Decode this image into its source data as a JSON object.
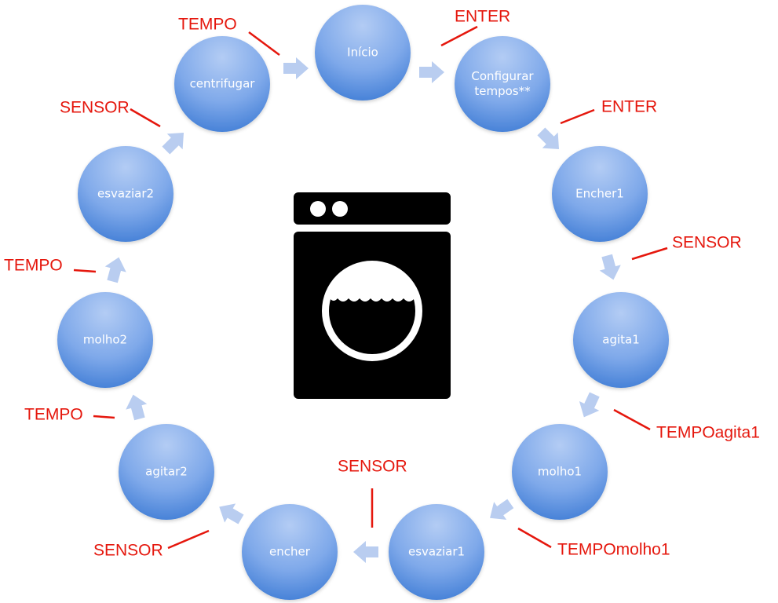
{
  "states": [
    {
      "id": "inicio",
      "lines": [
        "Início"
      ]
    },
    {
      "id": "configurar",
      "lines": [
        "Configurar",
        "tempos**"
      ]
    },
    {
      "id": "encher1",
      "lines": [
        "Encher1"
      ]
    },
    {
      "id": "agita1",
      "lines": [
        "agita1"
      ]
    },
    {
      "id": "molho1",
      "lines": [
        "molho1"
      ]
    },
    {
      "id": "esvaziar1",
      "lines": [
        "esvaziar1"
      ]
    },
    {
      "id": "encher",
      "lines": [
        "encher"
      ]
    },
    {
      "id": "agitar2",
      "lines": [
        "agitar2"
      ]
    },
    {
      "id": "molho2",
      "lines": [
        "molho2"
      ]
    },
    {
      "id": "esvaziar2",
      "lines": [
        "esvaziar2"
      ]
    },
    {
      "id": "centrifugar",
      "lines": [
        "centrifugar"
      ]
    }
  ],
  "triggers": [
    {
      "id": "enter-1",
      "text": "ENTER"
    },
    {
      "id": "enter-2",
      "text": "ENTER"
    },
    {
      "id": "sensor-1",
      "text": "SENSOR"
    },
    {
      "id": "tempo-agita1",
      "text": "TEMPOagita1"
    },
    {
      "id": "tempo-molho1",
      "text": "TEMPOmolho1"
    },
    {
      "id": "sensor-2",
      "text": "SENSOR"
    },
    {
      "id": "sensor-3",
      "text": "SENSOR"
    },
    {
      "id": "tempo-1",
      "text": "TEMPO"
    },
    {
      "id": "tempo-2",
      "text": "TEMPO"
    },
    {
      "id": "sensor-4",
      "text": "SENSOR"
    },
    {
      "id": "tempo-3",
      "text": "TEMPO"
    }
  ],
  "colors": {
    "node_top": "#a9c6f2",
    "node_bottom": "#3f7fd6",
    "arrow": "#b9cdf0",
    "trigger": "#e5170d",
    "machine": "#000000"
  },
  "icon": "washing-machine-icon"
}
